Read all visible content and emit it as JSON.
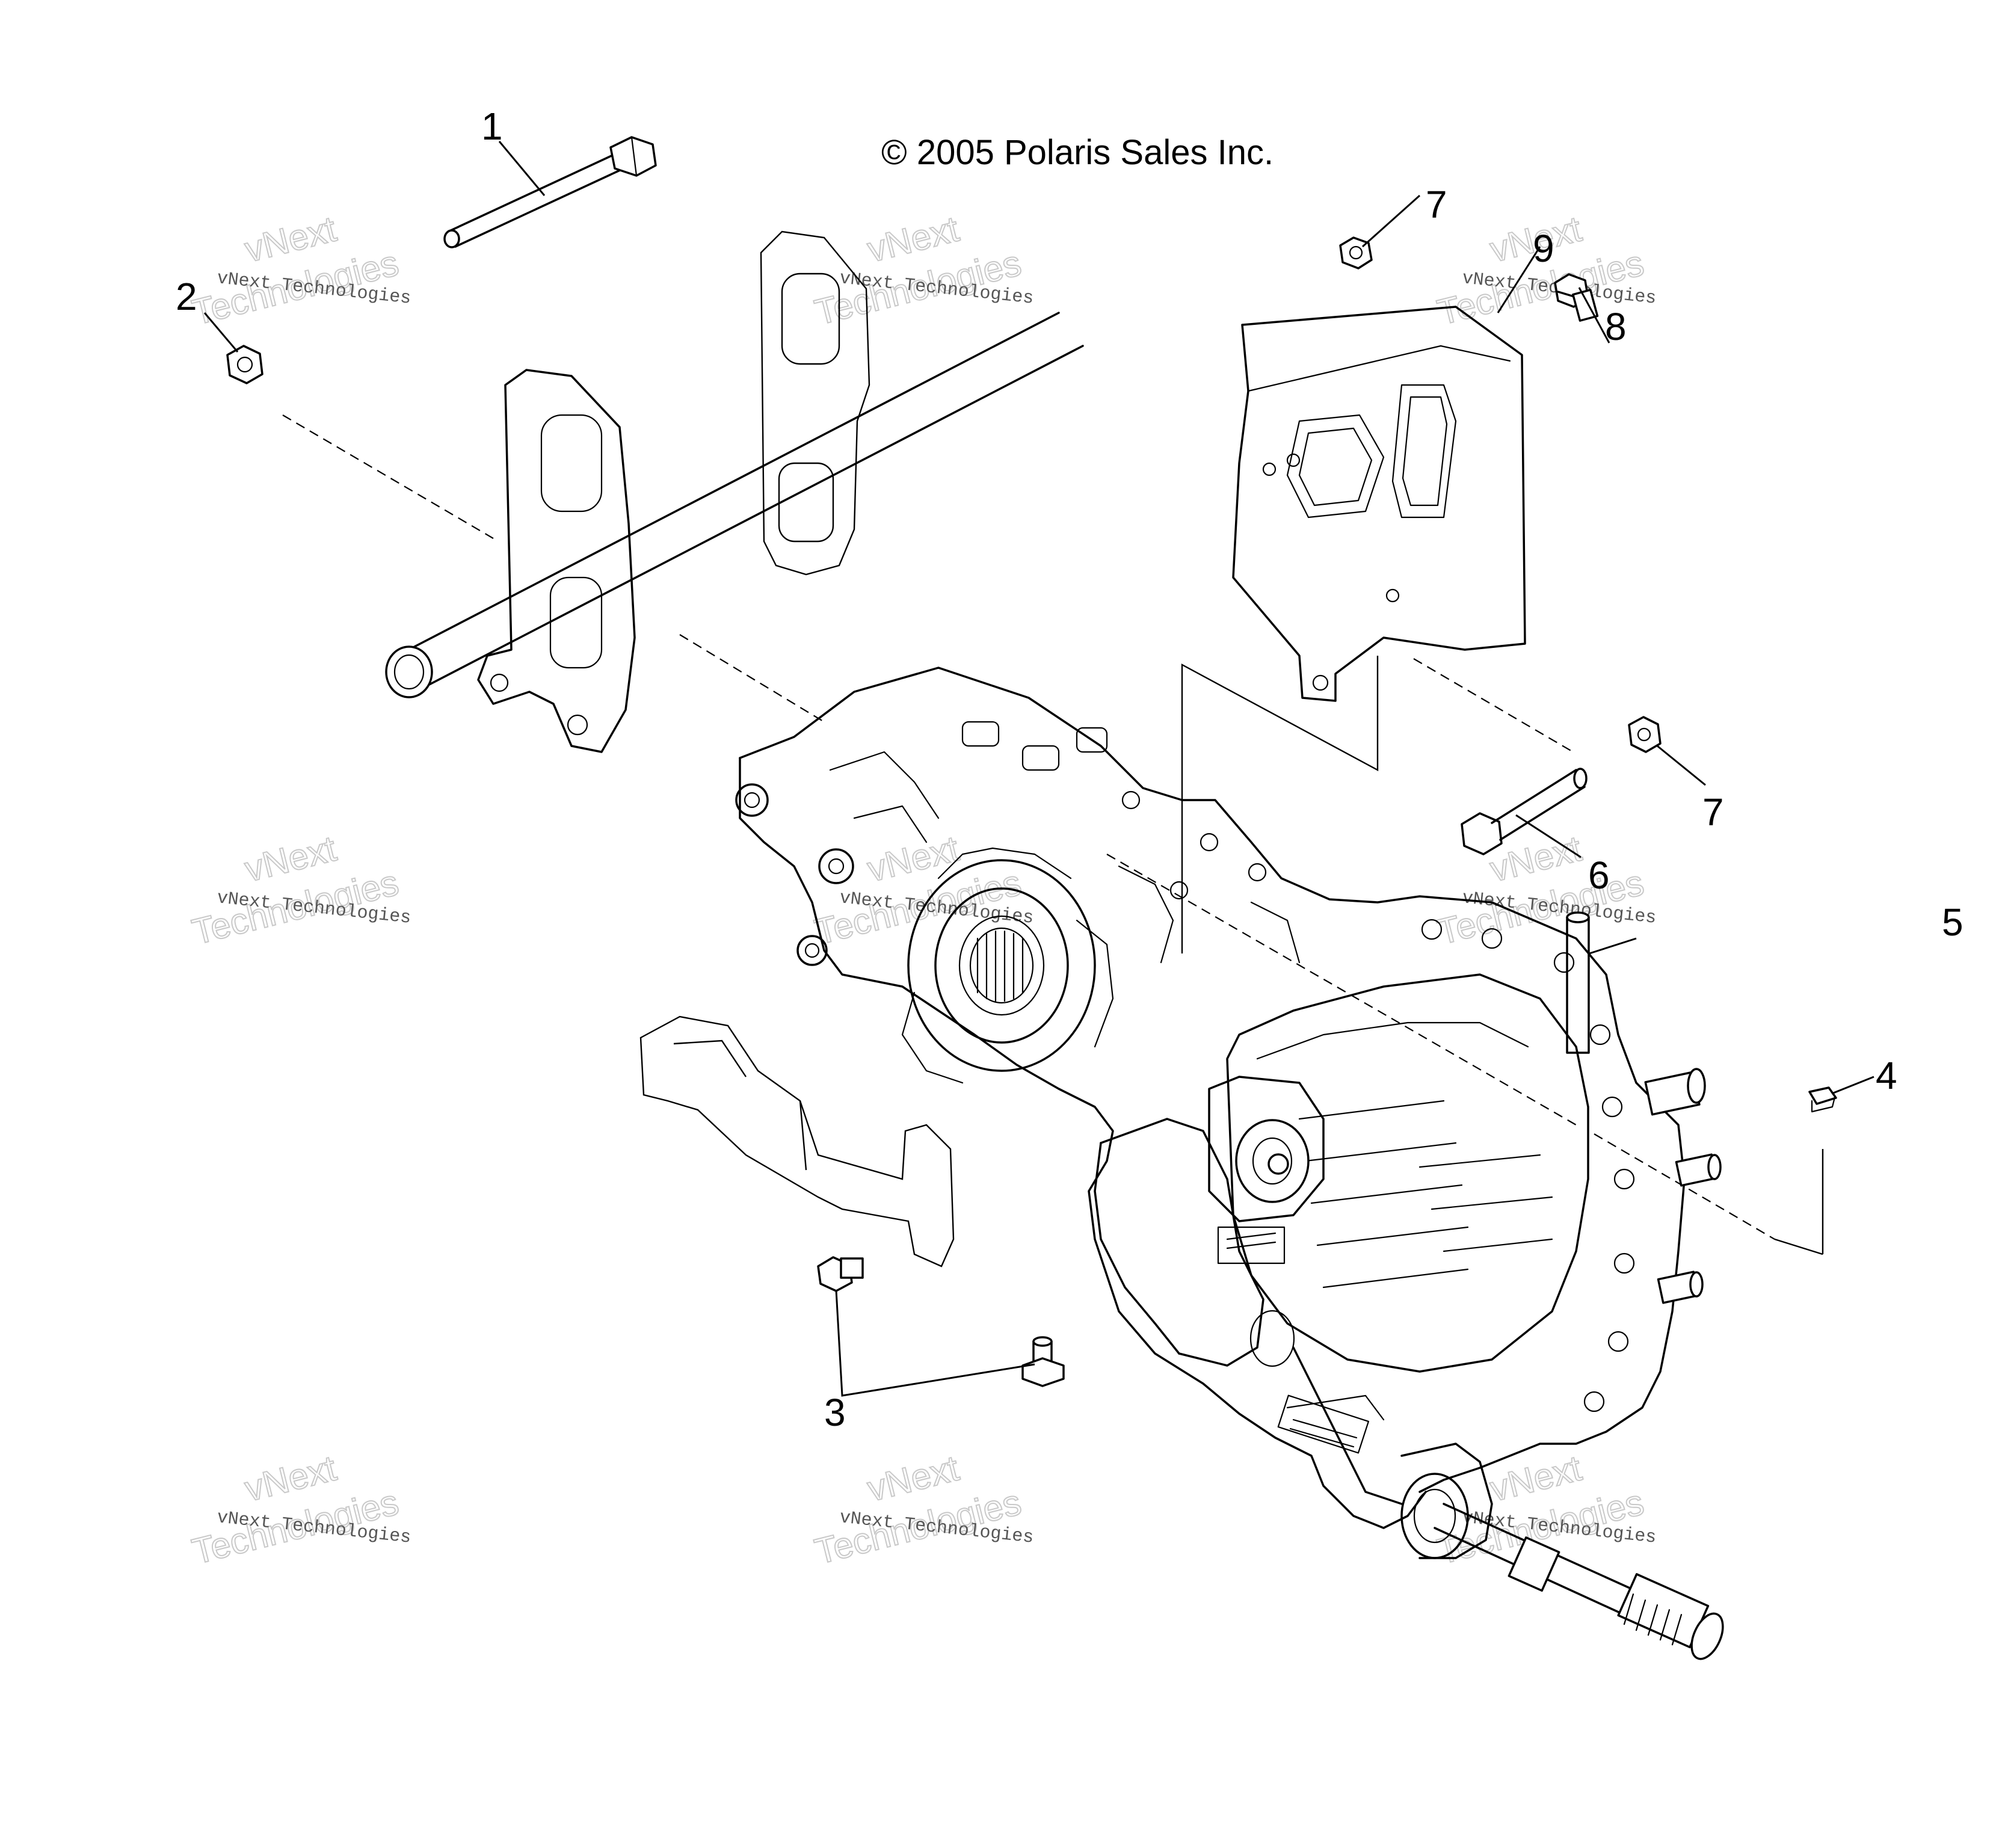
{
  "diagram": {
    "copyright": "© 2005 Polaris Sales Inc.",
    "callouts": [
      {
        "id": "1",
        "label": "1"
      },
      {
        "id": "2",
        "label": "2"
      },
      {
        "id": "3",
        "label": "3"
      },
      {
        "id": "4",
        "label": "4"
      },
      {
        "id": "5",
        "label": "5"
      },
      {
        "id": "6",
        "label": "6"
      },
      {
        "id": "7a",
        "label": "7"
      },
      {
        "id": "7b",
        "label": "7"
      },
      {
        "id": "8",
        "label": "8"
      },
      {
        "id": "9",
        "label": "9"
      }
    ],
    "watermark": {
      "line_small": "vNext Technologies",
      "line_big_1": "vNext",
      "line_big_2": "Technologies"
    }
  }
}
